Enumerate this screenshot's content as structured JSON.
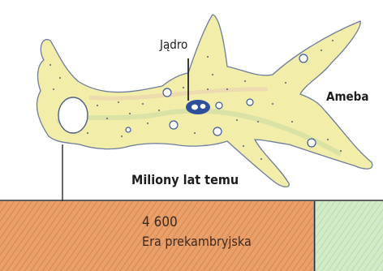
{
  "labels": {
    "nucleus": "Jądro",
    "organism": "Ameba",
    "time_caption": "Miliony lat temu"
  },
  "timeline": {
    "value": "4 600",
    "era": "Era prekambryjska"
  },
  "colors": {
    "amoeba_fill": "#f3efa8",
    "amoeba_outline": "#6a7a9a",
    "band_orange": "#e59a62",
    "band_green": "#cfe8c2",
    "nucleus": "#2e4f9e"
  }
}
